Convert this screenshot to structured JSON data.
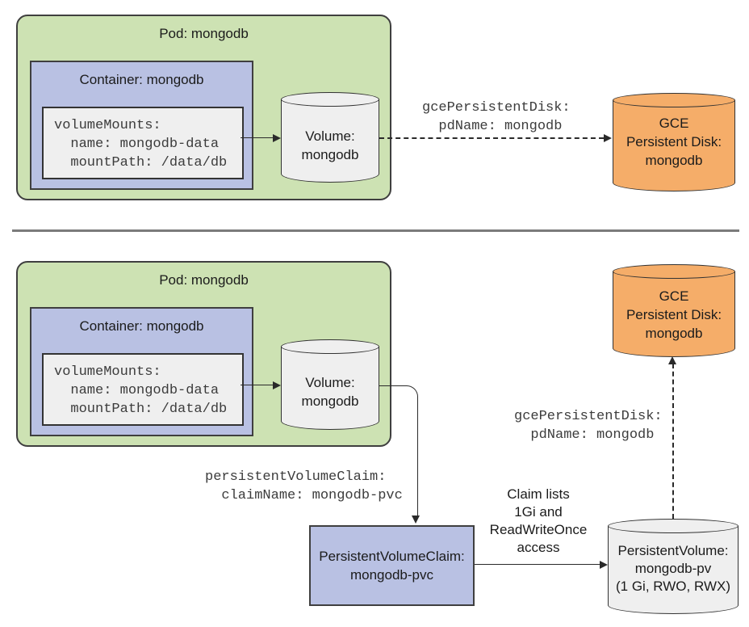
{
  "palette": {
    "pod_green": "#cde2b3",
    "container_blue": "#b9c1e3",
    "box_gray": "#efefef",
    "disk_orange": "#f5ad69",
    "outline": "#333333",
    "divider_gray": "#7b7b7b"
  },
  "top": {
    "pod": {
      "title": "Pod: mongodb",
      "container": {
        "title": "Container: mongodb",
        "code": "volumeMounts:\n  name: mongodb-data\n  mountPath: /data/db"
      },
      "volume_label": "Volume:\nmongodb"
    },
    "gce_link_label": "gcePersistentDisk:\n  pdName: mongodb",
    "gce_disk_label": "GCE\nPersistent Disk:\nmongodb"
  },
  "bottom": {
    "pod": {
      "title": "Pod: mongodb",
      "container": {
        "title": "Container: mongodb",
        "code": "volumeMounts:\n  name: mongodb-data\n  mountPath: /data/db"
      },
      "volume_label": "Volume:\nmongodb"
    },
    "pvc_link_label": "persistentVolumeClaim:\n  claimName: mongodb-pvc",
    "pvc_box_label": "PersistentVolumeClaim:\nmongodb-pvc",
    "claim_note": "Claim lists\n1Gi and\nReadWriteOnce\naccess",
    "pv_label": "PersistentVolume:\nmongodb-pv\n(1 Gi, RWO, RWX)",
    "gce_link_label": "gcePersistentDisk:\n  pdName: mongodb",
    "gce_disk_label": "GCE\nPersistent Disk:\nmongodb"
  }
}
